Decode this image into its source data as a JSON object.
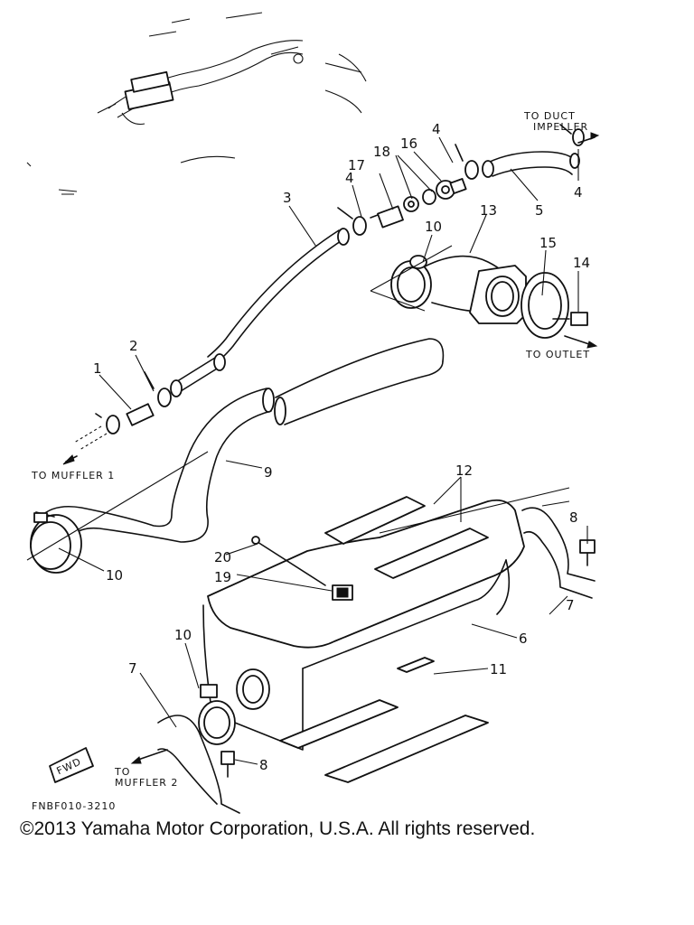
{
  "callouts": {
    "n1": "1",
    "n2": "2",
    "n3": "3",
    "n4a": "4",
    "n4b": "4",
    "n4c": "4",
    "n5": "5",
    "n6": "6",
    "n7a": "7",
    "n7b": "7",
    "n8a": "8",
    "n8b": "8",
    "n9": "9",
    "n10a": "10",
    "n10b": "10",
    "n10c": "10",
    "n11": "11",
    "n12": "12",
    "n13": "13",
    "n14": "14",
    "n15": "15",
    "n16": "16",
    "n17": "17",
    "n18": "18",
    "n19": "19",
    "n20": "20"
  },
  "directions": {
    "duct_impeller_line1": "TO DUCT",
    "duct_impeller_line2": "IMPELLER",
    "outlet": "TO OUTLET",
    "muffler1": "TO MUFFLER 1",
    "muffler2_line1": "TO",
    "muffler2_line2": "MUFFLER 2",
    "fwd": "FWD"
  },
  "drawing_code": "FNBF010-3210",
  "copyright": "©2013 Yamaha Motor Corporation, U.S.A. All rights reserved."
}
